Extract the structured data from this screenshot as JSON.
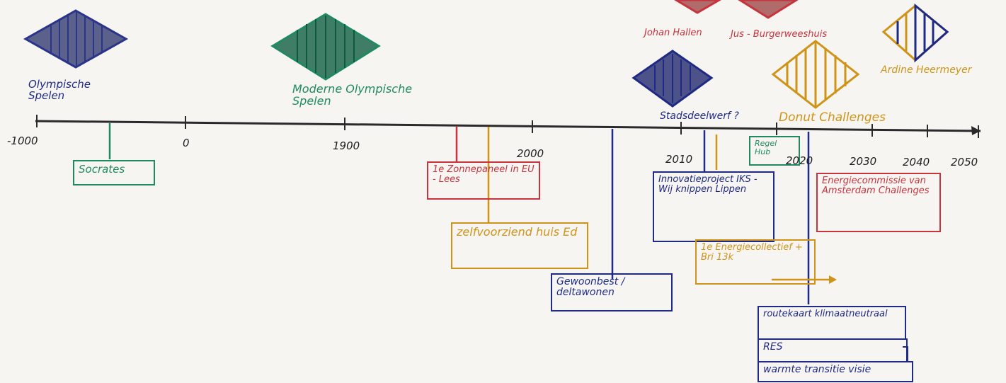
{
  "axis": {
    "ticks": [
      "-1000",
      "0",
      "1900",
      "2000",
      "2010",
      "2020",
      "2030",
      "2040",
      "2050"
    ]
  },
  "diamond_labels": {
    "olympic": "Olympische Spelen",
    "modern_olympic": "Moderne Olympische Spelen",
    "johan": "Johan Hallen",
    "burgerweeshuis": "Jus - Burgerweeshuis",
    "stadsdeelwerf": "Stadsdeelwerf ?",
    "donut": "Donut Challenges",
    "ardine": "Ardine Heermeyer"
  },
  "boxes": {
    "socrates": "Socrates",
    "zonnepanel": "1e Zonnepaneel in EU - Lees",
    "zelfvoorzienend": "zelfvoorziend huis Ed",
    "gewoonbest": "Gewoonbest / deltawonen",
    "innovatieproject": "Innovatieproject IKS - Wij knippen Lippen",
    "eerste_energie": "1e Energiecollectief + Bri 13k",
    "regelhub": "Regel Hub",
    "energiecommissie": "Energiecommissie van Amsterdam Challenges",
    "routekaart": "routekaart klimaatneutraal",
    "res": "RES",
    "warmte": "warmte transitie visie"
  },
  "colors": {
    "blue": "#1f2a85",
    "green": "#1f8a62",
    "red": "#c8333d",
    "orange": "#cf9417",
    "axis": "#2a2a2a"
  }
}
